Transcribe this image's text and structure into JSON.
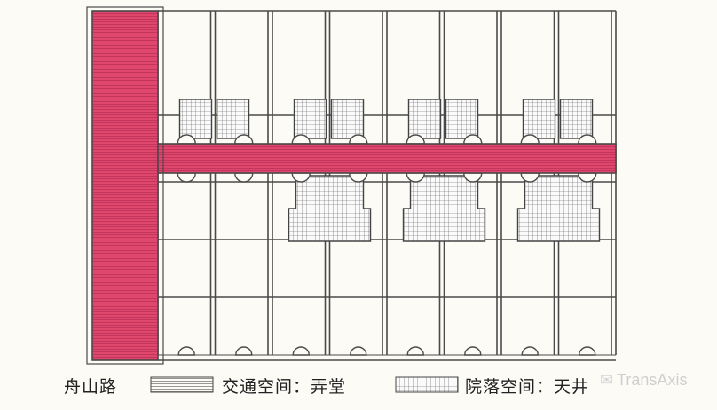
{
  "colors": {
    "road": "#e0476d",
    "road_line": "#b02850",
    "wall": "#4a4a4a",
    "paper": "#fdfbf6",
    "court": "#fafafa",
    "court_grid": "#555555"
  },
  "labels": {
    "road_name": "舟山路",
    "legend_lane": "交通空间：弄堂",
    "legend_court": "院落空间：天井"
  },
  "watermark": {
    "icon": "wechat-icon",
    "text": "TransAxis"
  },
  "counts": {
    "house_columns": 8,
    "courtyard_blocks_north": 4,
    "courtyard_blocks_south": 3
  }
}
